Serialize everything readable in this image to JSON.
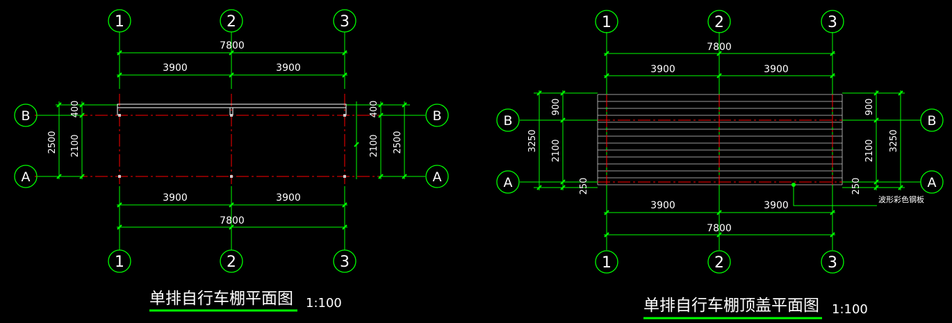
{
  "colors": {
    "background": "#000000",
    "grid_bubble": "#00ff00",
    "dimension_line": "#00ff00",
    "axis_centerline": "#ff0000",
    "text": "#ffffff",
    "title_underline": "#00ff00",
    "roof_sheet": "#d0d0d0"
  },
  "grid_labels": {
    "col_1": "1",
    "col_2": "2",
    "col_3": "3",
    "row_a": "A",
    "row_b": "B"
  },
  "plan_left": {
    "title": "单排自行车棚平面图",
    "scale": "1:100",
    "dims": {
      "top_total": "7800",
      "top_bay_1": "3900",
      "top_bay_2": "3900",
      "bottom_bay_1": "3900",
      "bottom_bay_2": "3900",
      "bottom_total": "7800",
      "left_total": "2500",
      "left_overhang": "400",
      "left_span": "2100",
      "right_overhang": "400",
      "right_span": "2100",
      "right_total": "2500"
    }
  },
  "plan_right": {
    "title": "单排自行车棚顶盖平面图",
    "scale": "1:100",
    "note": "波形彩色钢板",
    "dims": {
      "top_total": "7800",
      "top_bay_1": "3900",
      "top_bay_2": "3900",
      "bottom_bay_1": "3900",
      "bottom_bay_2": "3900",
      "bottom_total": "7800",
      "left_total": "3250",
      "left_overhang_top": "900",
      "left_span": "2100",
      "left_overhang_bottom": "250",
      "right_overhang_top": "900",
      "right_span": "2100",
      "right_overhang_bottom": "250",
      "right_total": "3250"
    }
  }
}
